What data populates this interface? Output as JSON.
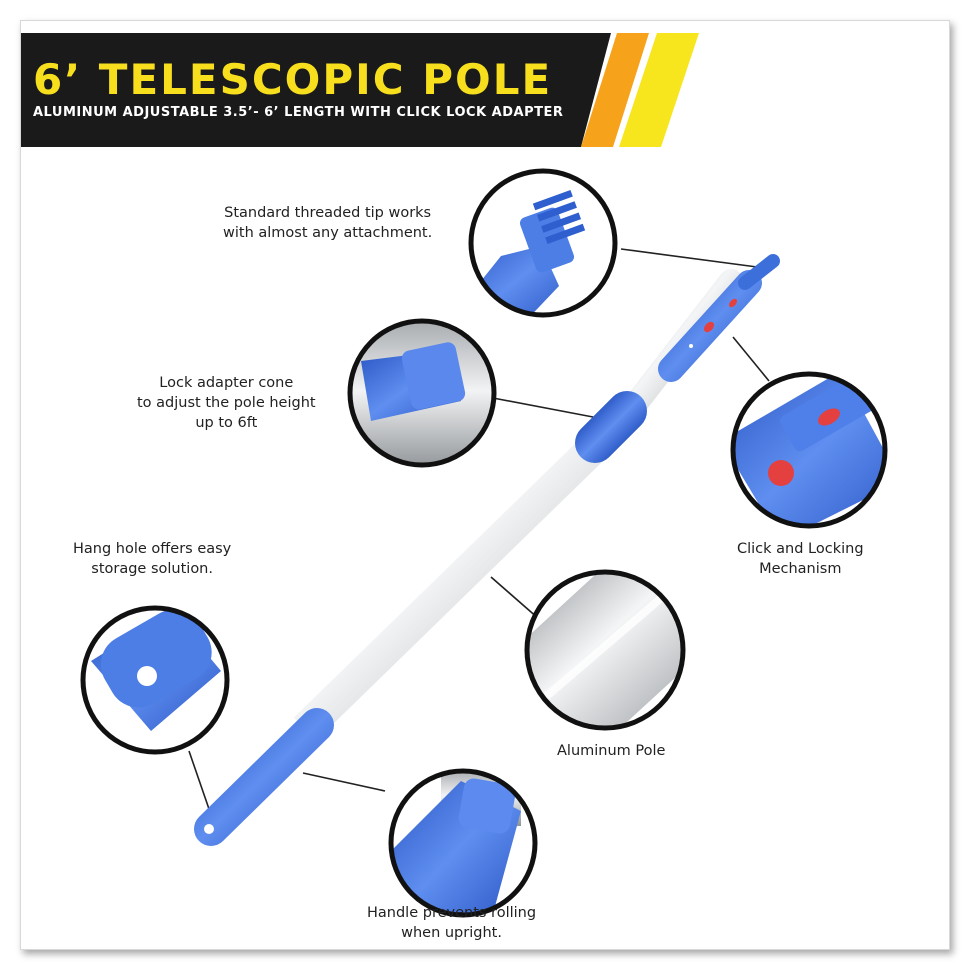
{
  "header": {
    "title": "6’ TELESCOPIC POLE",
    "subtitle": "ALUMINUM ADJUSTABLE 3.5’- 6’ LENGTH WITH CLICK LOCK ADAPTER"
  },
  "callouts": {
    "tip": [
      "Standard threaded tip works",
      "with almost any attachment."
    ],
    "cone": [
      "Lock adapter cone",
      "to adjust the pole height",
      "up to 6ft"
    ],
    "hang": [
      "Hang hole offers easy",
      "storage solution."
    ],
    "click": [
      "Click and Locking",
      "Mechanism"
    ],
    "pole": [
      "Aluminum Pole"
    ],
    "handle": [
      "Handle prevents rolling",
      "when upright."
    ]
  },
  "colors": {
    "banner": "#1a1a1a",
    "title": "#f7df1e",
    "stripe_orange": "#f7a21b",
    "stripe_yellow": "#f7e61e",
    "plastic_blue": "#3d6fdb",
    "aluminum": "#c4c7ca",
    "button_red": "#e3403f"
  },
  "icons": [
    "threaded-tip-icon",
    "lock-cone-icon",
    "click-lock-icon",
    "hang-hole-icon",
    "aluminum-pole-icon",
    "handle-grip-icon"
  ]
}
